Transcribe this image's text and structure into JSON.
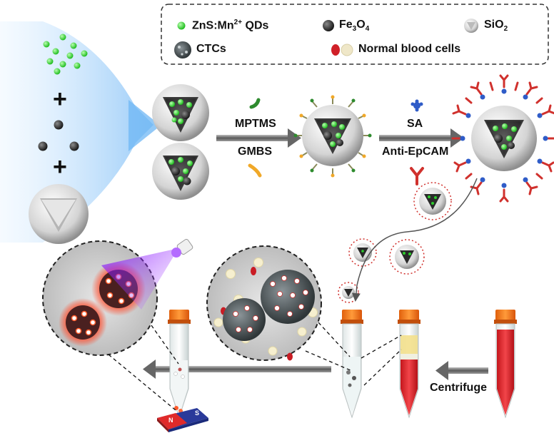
{
  "legend": {
    "qds": {
      "pre": "ZnS:Mn",
      "sup": "2+",
      "post": " QDs"
    },
    "fe3o4": {
      "pre": "Fe",
      "sub1": "3",
      "mid": "O",
      "sub2": "4"
    },
    "sio2": {
      "pre": "SiO",
      "sub": "2"
    },
    "ctcs": "CTCs",
    "normal_cells": "Normal blood cells"
  },
  "steps": {
    "reagent1": "MPTMS",
    "reagent2": "GMBS",
    "reagent3": "SA",
    "reagent4": "Anti-EpCAM",
    "centrifuge": "Centrifuge"
  },
  "magnet": {
    "north": "N",
    "south": "S"
  },
  "colors": {
    "qd_green": "#2ecc2e",
    "fe3o4_black": "#222222",
    "silica_gray": "#cfcfcf",
    "blue_glow": "#5aaef0",
    "antibody_red": "#d0312d",
    "tube_cap": "#ff7a1a",
    "blood_red": "#e8242a",
    "uv_purple": "#9b30ff"
  }
}
